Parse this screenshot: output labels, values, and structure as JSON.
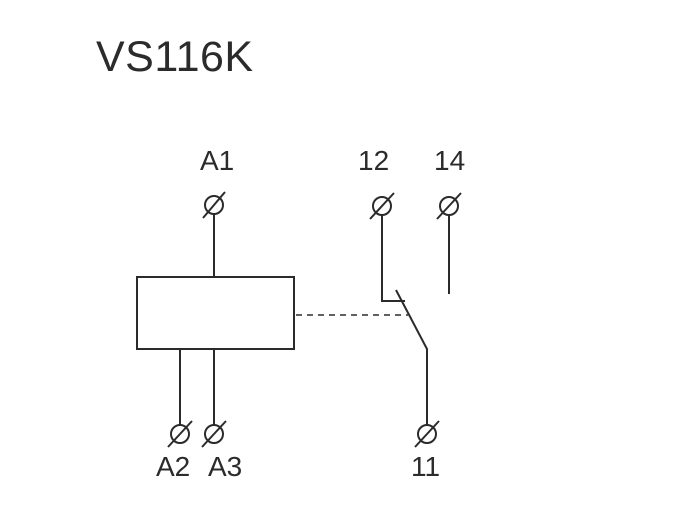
{
  "title": "VS116K",
  "terminals": {
    "a1": "A1",
    "a2": "A2",
    "a3": "A3",
    "t11": "11",
    "t12": "12",
    "t14": "14"
  },
  "colors": {
    "line": "#2b2b2b",
    "background": "#ffffff"
  }
}
